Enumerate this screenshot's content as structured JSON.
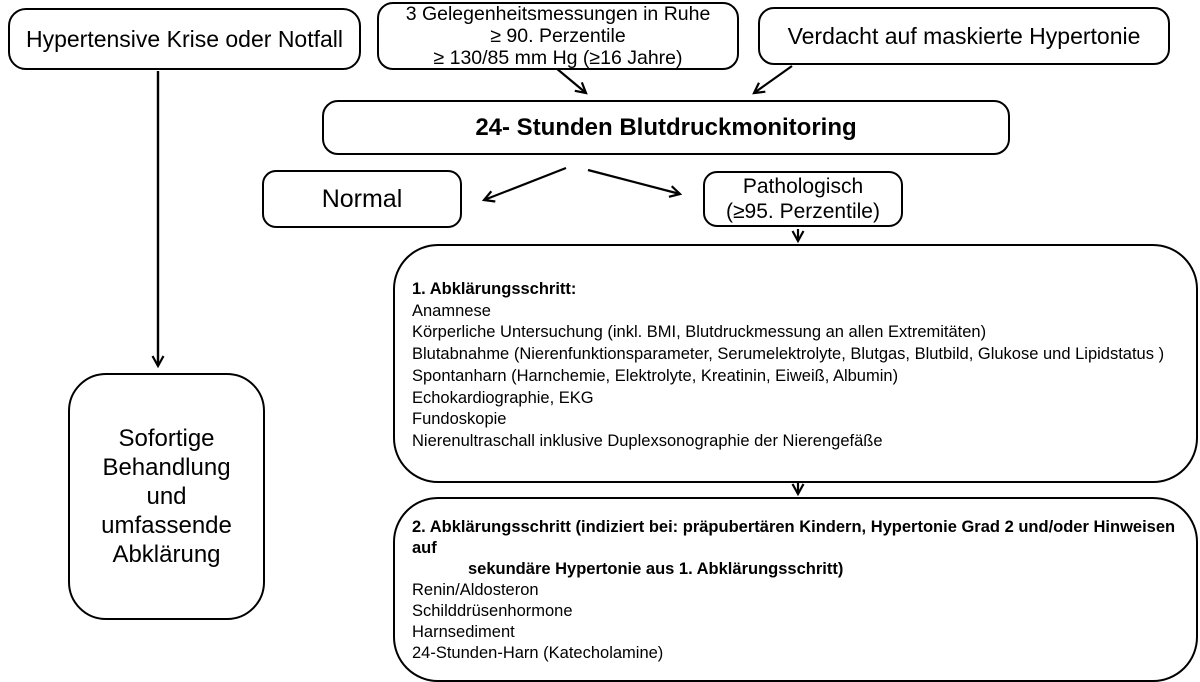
{
  "diagram": {
    "title": "Abklärung der arteriellen Hypertonie (Flussdiagramm)",
    "colors": {
      "stroke": "#000000",
      "background": "#ffffff"
    },
    "nodes": {
      "krise": {
        "label": "Hypertensive Krise oder Notfall"
      },
      "messungen": {
        "line1": "3 Gelegenheitsmessungen in Ruhe",
        "line2": "≥ 90. Perzentile",
        "line3": "≥ 130/85 mm Hg (≥16 Jahre)"
      },
      "verdacht": {
        "label": "Verdacht auf maskierte Hypertonie"
      },
      "monitoring": {
        "label": "24- Stunden Blutdruckmonitoring"
      },
      "normal": {
        "label": "Normal"
      },
      "pathologisch": {
        "line1": "Pathologisch",
        "line2": "(≥95. Perzentile)"
      },
      "sofortige": {
        "line1": "Sofortige",
        "line2": "Behandlung",
        "line3": "und",
        "line4": "umfassende",
        "line5": "Abklärung"
      },
      "schritt1": {
        "title": "1. Abklärungsschritt:",
        "items": [
          "Anamnese",
          "Körperliche Untersuchung (inkl. BMI, Blutdruckmessung an allen Extremitäten)",
          "Blutabnahme (Nierenfunktionsparameter, Serumelektrolyte, Blutgas, Blutbild, Glukose und Lipidstatus )",
          "Spontanharn (Harnchemie, Elektrolyte, Kreatinin, Eiweiß, Albumin)",
          "Echokardiographie, EKG",
          "Fundoskopie",
          "Nierenultraschall inklusive Duplexsonographie der Nierengefäße"
        ]
      },
      "schritt2": {
        "title_line1": "2. Abklärungsschritt (indiziert bei: präpubertären Kindern, Hypertonie Grad 2  und/oder Hinweisen auf",
        "title_line2": "sekundäre Hypertonie aus 1. Abklärungsschritt)",
        "items": [
          "Renin/Aldosteron",
          "Schilddrüsenhormone",
          "Harnsediment",
          "24-Stunden-Harn (Katecholamine)"
        ]
      }
    }
  }
}
